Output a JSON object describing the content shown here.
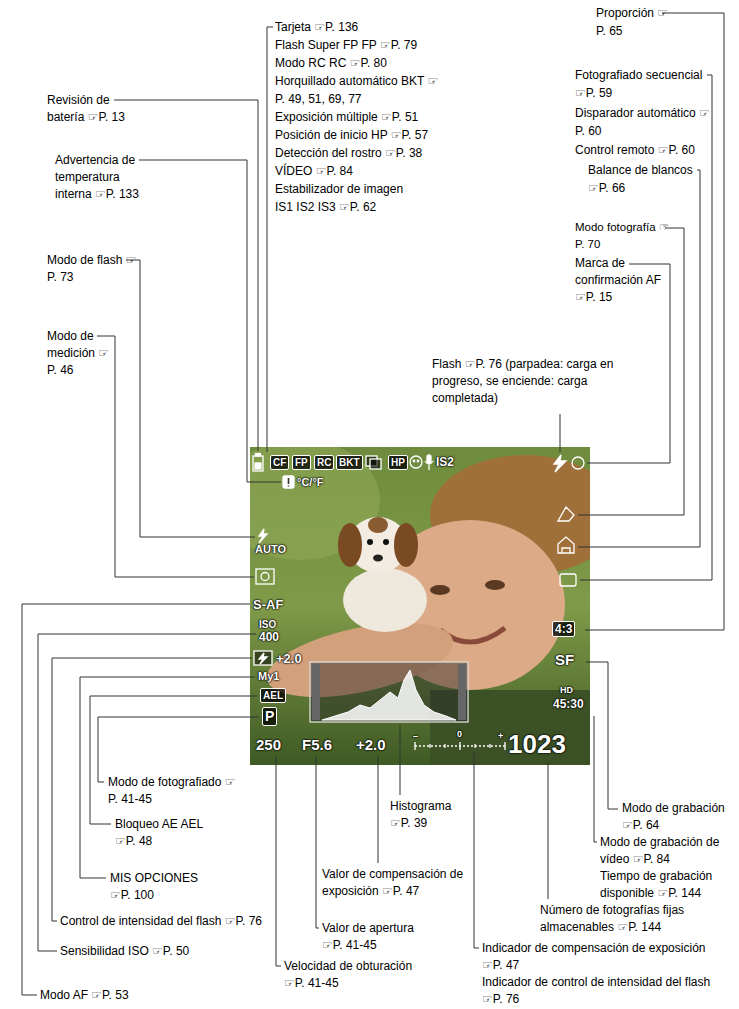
{
  "diagram": {
    "labels": [
      "Proporción ☞P. 65",
      "Tarjeta ☞P. 136",
      "Flash Super FP FP ☞P. 79",
      "Modo RC RC ☞P. 80",
      "Horquillado automático BKT ☞P. 49, 51, 69, 77",
      "Exposición múltiple ☞P. 51",
      "Posición de inicio HP ☞P. 57",
      "Detección del rostro ☞P. 38",
      "VÍDEO ☞P. 84",
      "Estabilizador de imagen IS1 IS2 IS3 ☞P. 62",
      "Revisión de batería ☞P. 13",
      "Advertencia de temperatura interna ☞P. 133",
      "Modo de flash ☞P. 73",
      "Modo de medición ☞P. 46",
      "Fotografiado secuencial ☞P. 59",
      "Disparador automático ☞P. 60",
      "Control remoto ☞P. 60",
      "Balance de blancos ☞P. 66",
      "Modo fotografía ☞P. 70",
      "Marca de confirmación AF ☞P. 15",
      "Flash ☞P. 76 (parpadea: carga en progreso, se enciende: carga completada)",
      "Modo de fotografiado ☞P. 41-45",
      "Bloqueo AE AEL ☞P. 48",
      "MIS OPCIONES ☞P. 100",
      "Control de intensidad del flash ☞P. 76",
      "Sensibilidad ISO ☞P. 50",
      "Modo AF ☞P. 53",
      "Histograma ☞P. 39",
      "Valor de compensación de exposición ☞P. 47",
      "Valor de apertura ☞P. 41-45",
      "Velocidad de obturación ☞P. 41-45",
      "Modo de grabación ☞P. 64",
      "Modo de grabación de vídeo ☞P. 84",
      "Tiempo de grabación disponible ☞P. 144",
      "Número de fotografías fijas almacenables ☞P. 144",
      "Indicador de compensación de exposición ☞P. 47",
      "Indicador de control de intensidad del flash ☞P. 76",
      "CF",
      "FP",
      "RC",
      "BKT",
      "HP",
      "IS2",
      "°C/°F",
      "AUTO",
      "S-AF",
      "ISO",
      "400",
      "+2.0",
      "My1",
      "AEL",
      "P",
      "250",
      "F5.6",
      "+2.0",
      "–",
      "0",
      "+",
      "1023",
      "4:3",
      "SF",
      "HD",
      "45:30"
    ]
  }
}
